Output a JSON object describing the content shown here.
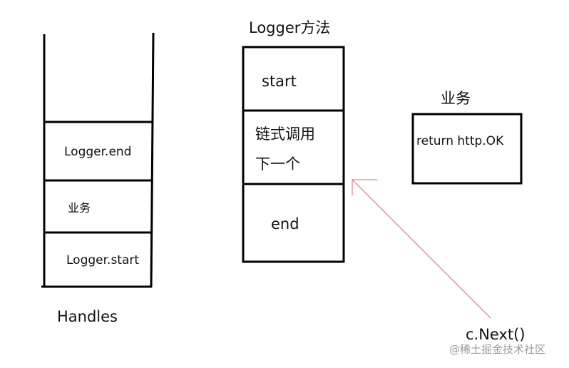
{
  "handles": {
    "title": "Handles",
    "cells": [
      "Logger.end",
      "业务",
      "Logger.start"
    ]
  },
  "logger": {
    "title": "Logger方法",
    "start": "start",
    "chain_line1": "链式调用",
    "chain_line2": "下一个",
    "end": "end"
  },
  "business": {
    "title": "业务",
    "body": "return http.OK"
  },
  "arrow": {
    "label": "c.Next()",
    "color": "#d46a7a"
  },
  "watermark": "@稀土掘金技术社区"
}
